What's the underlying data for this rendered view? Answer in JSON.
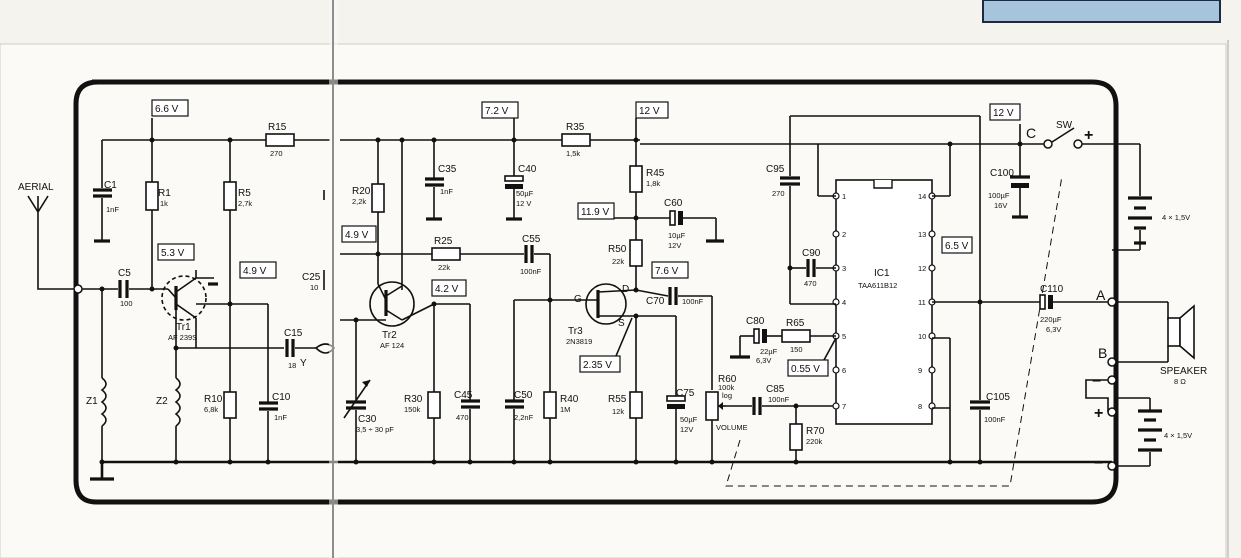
{
  "voltage_tags": [
    "6.6 V",
    "5.3 V",
    "4.9 V",
    "4.9 V",
    "4.2 V",
    "7.2 V",
    "12 V",
    "11.9 V",
    "7.6 V",
    "2.35 V",
    "0.55 V",
    "12 V",
    "6.5 V"
  ],
  "labels": {
    "aerial": "AERIAL",
    "c1": "C1",
    "c1v": "1nF",
    "r1": "R1",
    "r1v": "1k",
    "r5": "R5",
    "r5v": "2,7k",
    "r15": "R15",
    "r15v": "270",
    "c5": "C5",
    "c5v": "100",
    "tr1": "Tr1",
    "tr1v": "AF 239S",
    "z1": "Z1",
    "z2": "Z2",
    "r10": "R10",
    "r10v": "6,8k",
    "c10": "C10",
    "c10v": "1nF",
    "c15": "C15",
    "c15v": "18",
    "y": "Y",
    "c25": "C25",
    "c25v": "10",
    "r20": "R20",
    "r20v": "2,2k",
    "c35": "C35",
    "c35v": "1nF",
    "r25": "R25",
    "r25v": "22k",
    "c55": "C55",
    "c55v": "100nF",
    "tr2": "Tr2",
    "tr2v": "AF 124",
    "c30": "C30",
    "c30v": "3,5 ÷ 30 pF",
    "r30": "R30",
    "r30v": "150k",
    "c45": "C45",
    "c45v": "470",
    "c50": "C50",
    "c50v": "2,2nF",
    "r40": "R40",
    "r40v": "1M",
    "c40": "C40",
    "c40v1": "50µF",
    "c40v2": "12 V",
    "r35": "R35",
    "r35v": "1,5k",
    "r45": "R45",
    "r45v": "1,8k",
    "c60": "C60",
    "c60v1": "10µF",
    "c60v2": "12V",
    "r50": "R50",
    "r50v": "22k",
    "tr3": "Tr3",
    "tr3v": "2N3819",
    "g": "G",
    "d": "D",
    "s": "S",
    "c70": "C70",
    "c70v": "100nF",
    "r55": "R55",
    "r55v": "12k",
    "c75": "C75",
    "c75v1": "50µF",
    "c75v2": "12V",
    "r60": "R60",
    "r60v1": "100k",
    "r60v2": "log",
    "volume": "VOLUME",
    "c95": "C95",
    "c95v": "270",
    "c90": "C90",
    "c90v": "470",
    "c80": "C80",
    "c80v1": "22µF",
    "c80v2": "6,3V",
    "r65": "R65",
    "r65v": "150",
    "c85": "C85",
    "c85v": "100nF",
    "r70": "R70",
    "r70v": "220k",
    "ic1": "IC1",
    "ic1v": "TAA611B12",
    "c105": "C105",
    "c105v": "100nF",
    "c100": "C100",
    "c100v1": "100µF",
    "c100v2": "16V",
    "c110": "C110",
    "c110v1": "220µF",
    "c110v2": "6,3V",
    "sw": "SW",
    "tC": "C",
    "tA": "A",
    "tB": "B",
    "batt": "4 × 1,5V",
    "speaker": "SPEAKER",
    "speakerv": "8 Ω",
    "plus": "+",
    "minus": "−"
  },
  "ic_pins": [
    "1",
    "2",
    "3",
    "4",
    "5",
    "6",
    "7",
    "8",
    "9",
    "10",
    "11",
    "12",
    "13",
    "14"
  ]
}
